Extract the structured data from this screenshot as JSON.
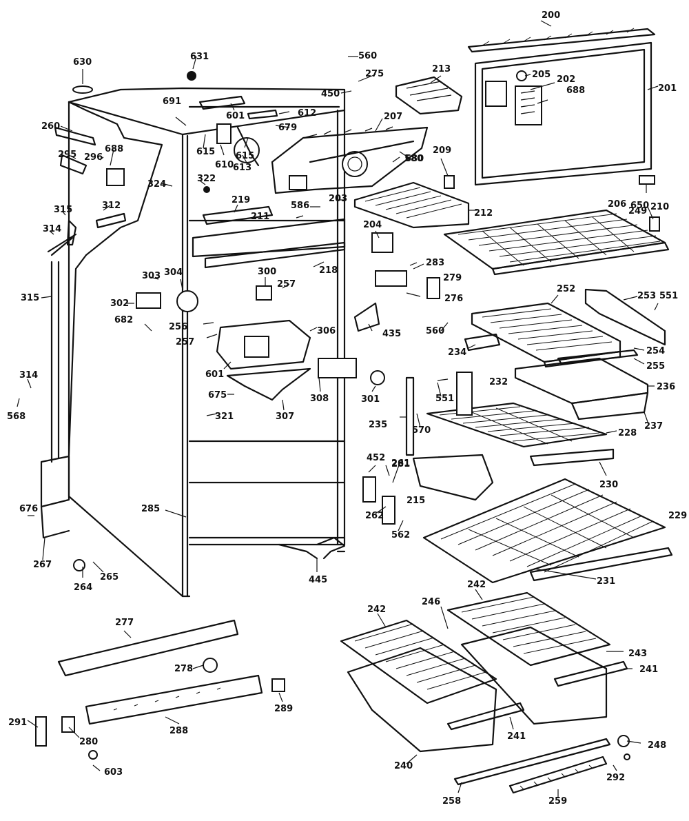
{
  "diagram": {
    "labels": [
      "200",
      "201",
      "202",
      "203",
      "204",
      "205",
      "206",
      "207",
      "209",
      "210",
      "211",
      "212",
      "213",
      "215",
      "218",
      "219",
      "228",
      "229",
      "230",
      "231",
      "232",
      "234",
      "235",
      "236",
      "237",
      "240",
      "241",
      "241",
      "242",
      "242",
      "243",
      "246",
      "248",
      "249",
      "252",
      "253",
      "254",
      "255",
      "256",
      "257",
      "257",
      "258",
      "259",
      "260",
      "261",
      "262",
      "264",
      "265",
      "267",
      "275",
      "276",
      "277",
      "278",
      "279",
      "280",
      "281",
      "283",
      "285",
      "288",
      "289",
      "291",
      "292",
      "295",
      "296",
      "300",
      "301",
      "302",
      "303",
      "304",
      "306",
      "307",
      "308",
      "312",
      "314",
      "314",
      "315",
      "315",
      "321",
      "322",
      "324",
      "435",
      "445",
      "450",
      "452",
      "551",
      "551",
      "560",
      "560",
      "562",
      "568",
      "570",
      "580",
      "586",
      "601",
      "601",
      "603",
      "610",
      "612",
      "613",
      "615",
      "615",
      "630",
      "631",
      "650",
      "675",
      "676",
      "679",
      "680",
      "682",
      "688",
      "688",
      "691"
    ]
  }
}
